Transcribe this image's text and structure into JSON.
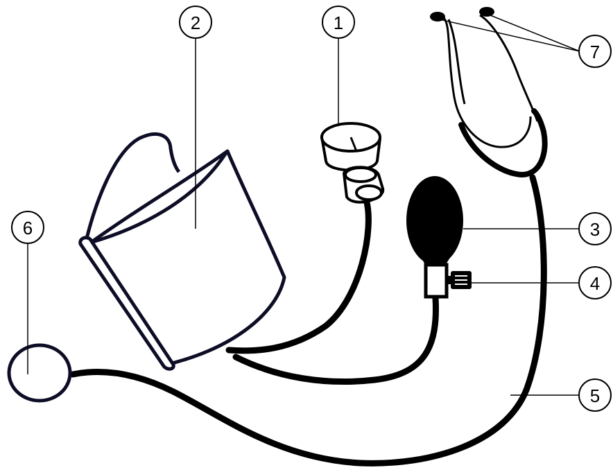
{
  "diagram": {
    "callouts": [
      {
        "id": "manometer",
        "number": "1"
      },
      {
        "id": "cuff",
        "number": "2"
      },
      {
        "id": "bulb",
        "number": "3"
      },
      {
        "id": "valve",
        "number": "4"
      },
      {
        "id": "tubing",
        "number": "5"
      },
      {
        "id": "chest-piece",
        "number": "6"
      },
      {
        "id": "earpieces",
        "number": "7"
      }
    ]
  },
  "colors": {
    "outline": "#0d0d26",
    "tube": "#000000",
    "line": "#000000",
    "background": "#ffffff"
  }
}
